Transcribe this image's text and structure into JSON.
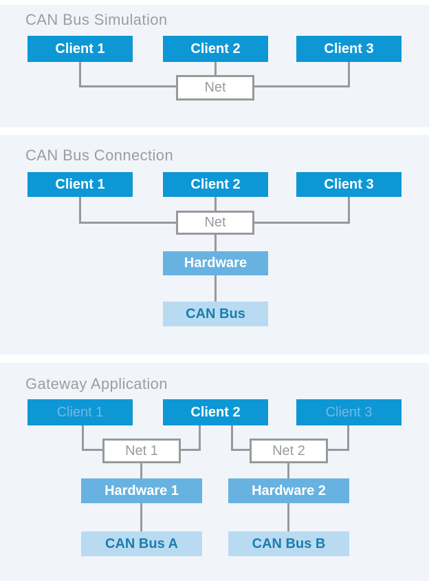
{
  "colors": {
    "panel_background": "#f1f5f9",
    "page_background": "#ffffff",
    "client_box": "#0d97d5",
    "client_text": "#ffffff",
    "client_text_dimmed": "#74b9e0",
    "hardware_box": "#67b2e0",
    "canbus_box": "#b9dbf2",
    "canbus_text": "#1b7dad",
    "net_box_fill": "#ffffff",
    "connector_gray": "#98999b",
    "title_gray": "#9c9da1"
  },
  "panels": [
    {
      "title": "CAN Bus Simulation",
      "nodes": {
        "client1": "Client 1",
        "client2": "Client 2",
        "client3": "Client 3",
        "net": "Net"
      }
    },
    {
      "title": "CAN Bus Connection",
      "nodes": {
        "client1": "Client 1",
        "client2": "Client 2",
        "client3": "Client 3",
        "net": "Net",
        "hardware": "Hardware",
        "canbus": "CAN Bus"
      }
    },
    {
      "title": "Gateway Application",
      "nodes": {
        "client1": "Client 1",
        "client2": "Client 2",
        "client3": "Client 3",
        "net1": "Net 1",
        "net2": "Net 2",
        "hardware1": "Hardware 1",
        "hardware2": "Hardware 2",
        "canbusA": "CAN Bus A",
        "canbusB": "CAN Bus B"
      }
    }
  ]
}
